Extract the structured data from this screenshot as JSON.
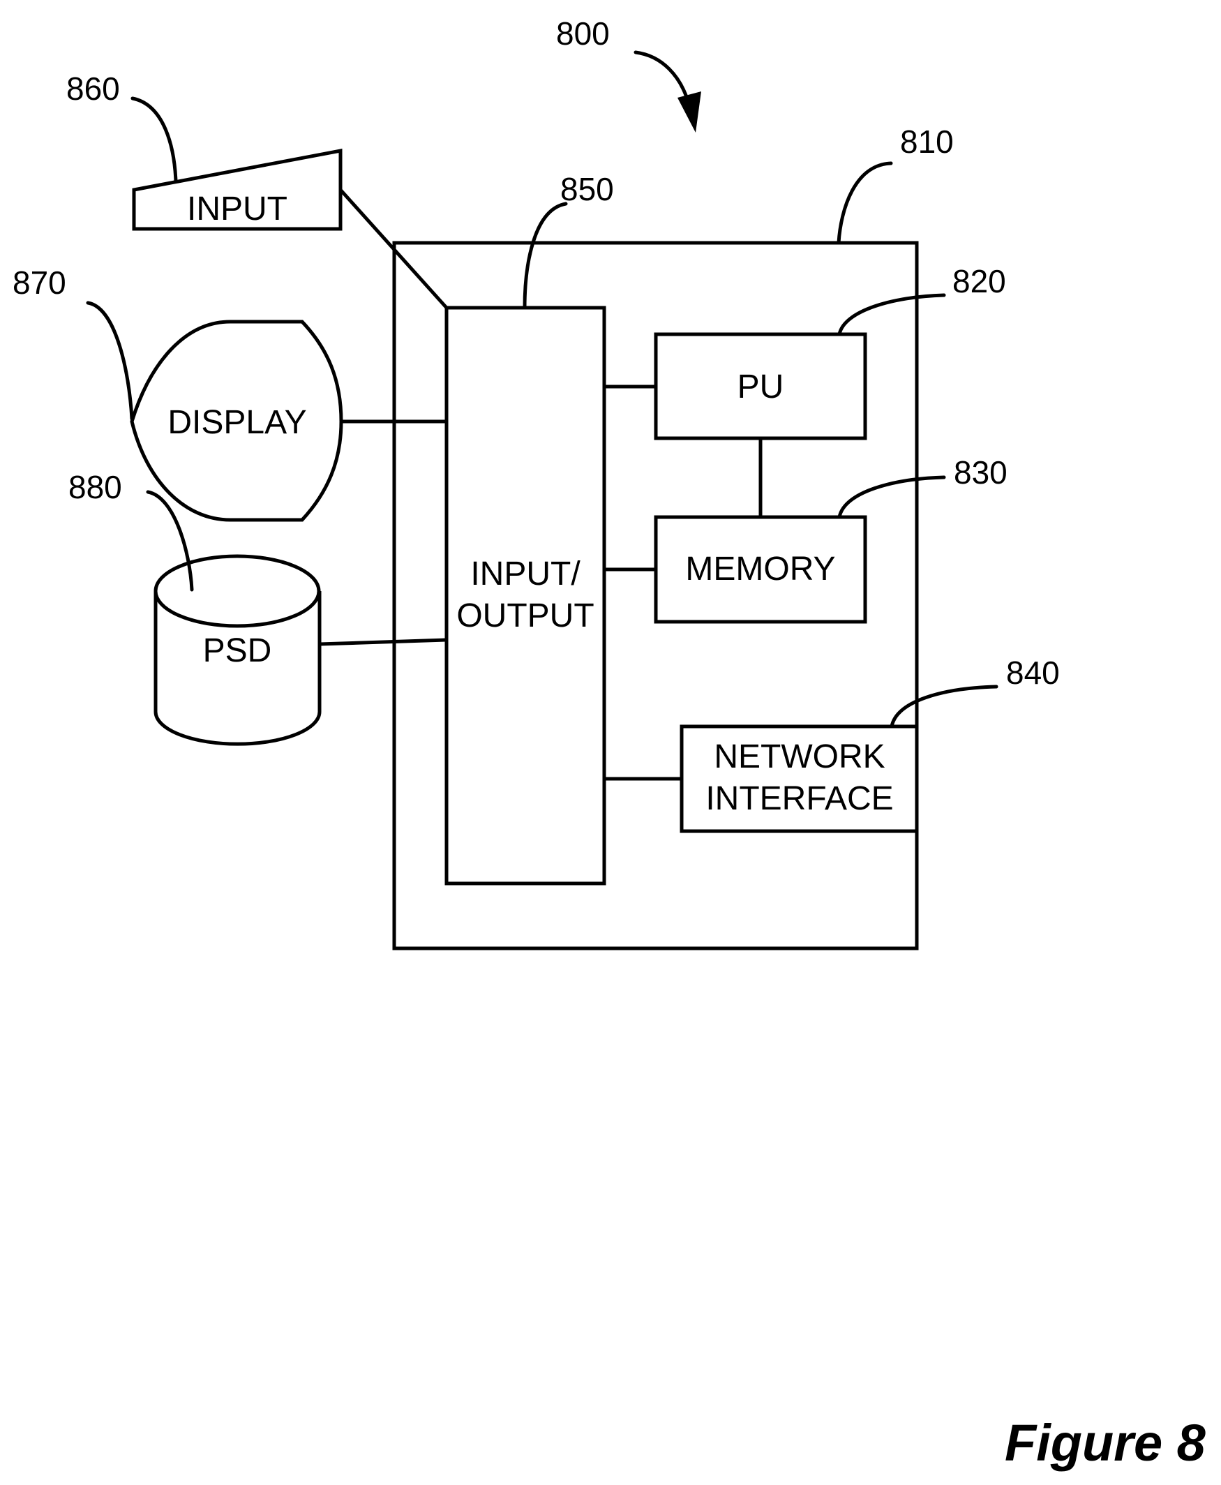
{
  "figure": {
    "title": "Figure 8",
    "system_ref": "800"
  },
  "components": {
    "computer": {
      "ref": "810",
      "label": ""
    },
    "processing_unit": {
      "ref": "820",
      "label": "PU"
    },
    "memory": {
      "ref": "830",
      "label": "MEMORY"
    },
    "network_interface": {
      "ref": "840",
      "label_line1": "NETWORK",
      "label_line2": "INTERFACE"
    },
    "io": {
      "ref": "850",
      "label_line1": "INPUT/",
      "label_line2": "OUTPUT"
    },
    "input_device": {
      "ref": "860",
      "label": "INPUT"
    },
    "display": {
      "ref": "870",
      "label": "DISPLAY"
    },
    "storage": {
      "ref": "880",
      "label": "PSD"
    }
  },
  "connections": [
    {
      "from": "input_device",
      "to": "io"
    },
    {
      "from": "display",
      "to": "io"
    },
    {
      "from": "storage",
      "to": "io"
    },
    {
      "from": "io",
      "to": "processing_unit"
    },
    {
      "from": "io",
      "to": "memory"
    },
    {
      "from": "io",
      "to": "network_interface"
    },
    {
      "from": "processing_unit",
      "to": "memory"
    }
  ]
}
